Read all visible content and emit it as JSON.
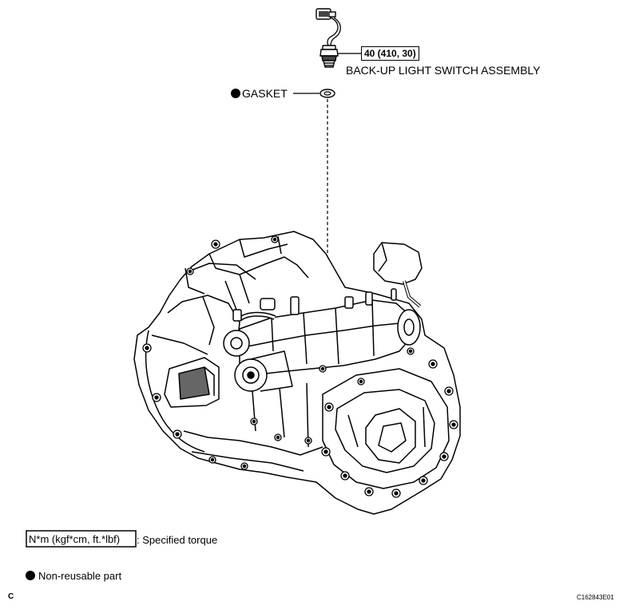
{
  "callouts": {
    "torque": "40 (410, 30)",
    "switch_assembly": "BACK-UP LIGHT SWITCH ASSEMBLY",
    "gasket": "GASKET"
  },
  "legend": {
    "torque_units": "N*m (kgf*cm, ft.*lbf)",
    "torque_text": ": Specified torque",
    "non_reusable": "Non-reusable part"
  },
  "footer": {
    "left_code": "C",
    "right_code": "C162843E01"
  }
}
